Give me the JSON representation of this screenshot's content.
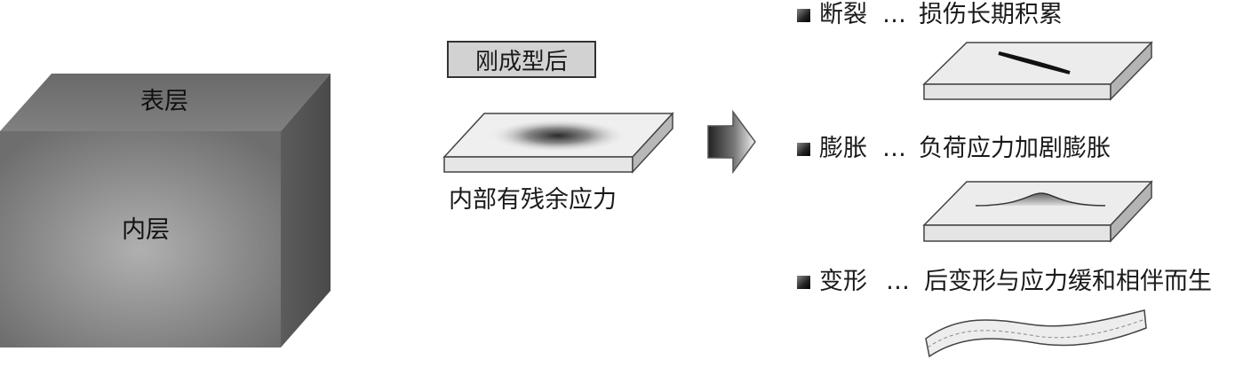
{
  "cube": {
    "surface_label": "表层",
    "inner_label": "内层"
  },
  "stage": {
    "title": "刚成型后",
    "caption": "内部有残余应力"
  },
  "results": [
    {
      "term": "断裂",
      "sep": "…",
      "desc": "损伤长期积累"
    },
    {
      "term": "膨胀",
      "sep": "…",
      "desc": "负荷应力加剧膨胀"
    },
    {
      "term": "变形",
      "sep": "…",
      "desc": "后变形与应力缓和相伴而生"
    }
  ]
}
